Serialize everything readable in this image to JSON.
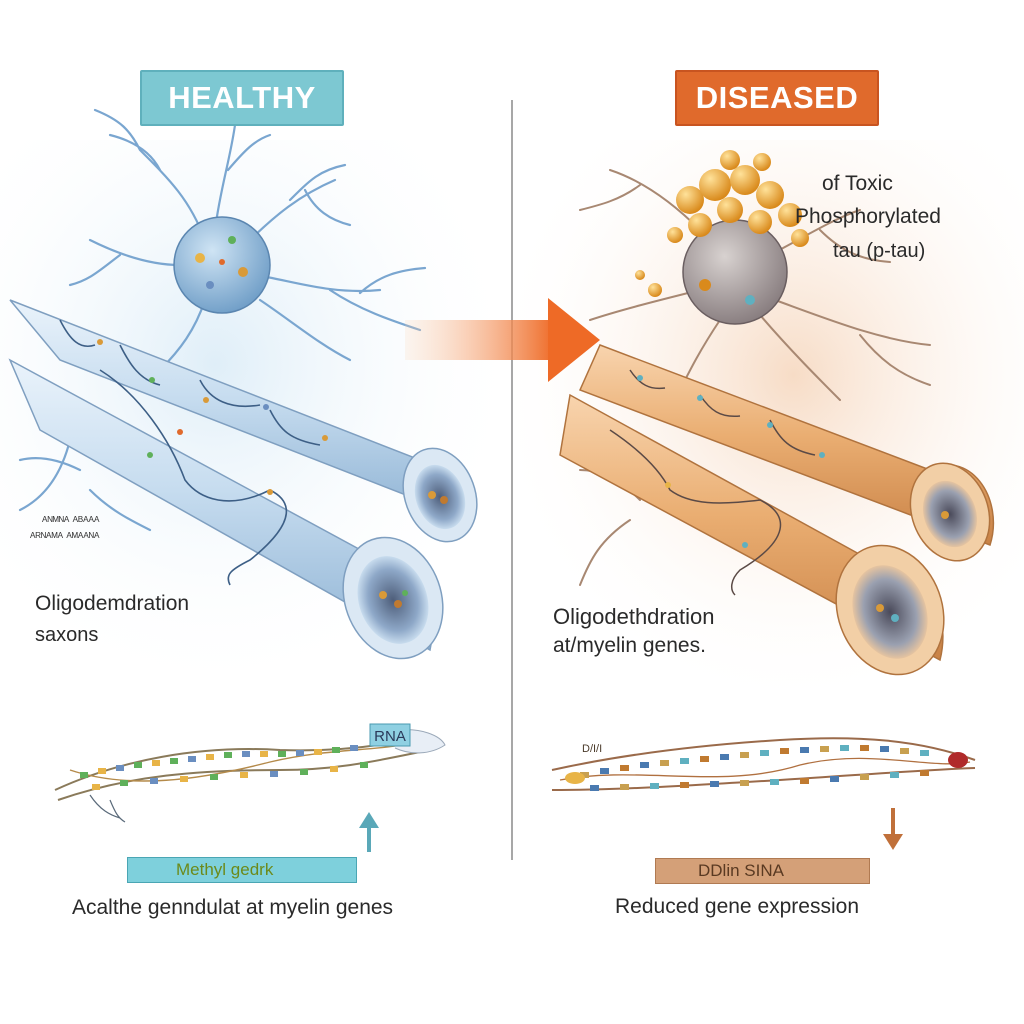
{
  "healthy": {
    "header": "HEALTHY",
    "scribble_line1": "ᴬᴺᴹᴺᴬ ᴬᴮᴬᴬᴬ",
    "scribble_line2": "ᴬᴿᴺᴬᴹᴬ ᴬᴹᴬᴬᴺᴬ",
    "cell_label_line1": "Oligodemdration",
    "cell_label_line2": "saxons",
    "rna_tag": "RNA",
    "box_label": "Methyl gedrk",
    "caption": "Acalthe genndulat at myelin genes",
    "indicator": "up-arrow"
  },
  "diseased": {
    "header": "DISEASED",
    "tau_line1": "of Toxic",
    "tau_line2": "Phosphorylated",
    "tau_line3": "tau (p-tau)",
    "cell_label_line1": "Oligodethdration",
    "cell_label_line2": "at/myelin genes.",
    "dna_tag": "D/I/I",
    "box_label": "DDlin SINA",
    "caption": "Reduced gene expression",
    "indicator": "down-arrow"
  },
  "colors": {
    "healthy_accent": "#7dc8d2",
    "diseased_accent": "#e06a2c",
    "healthy_axon": "#b9d3ea",
    "diseased_axon": "#e8a86a",
    "transition_arrow": "#ee7a36"
  }
}
